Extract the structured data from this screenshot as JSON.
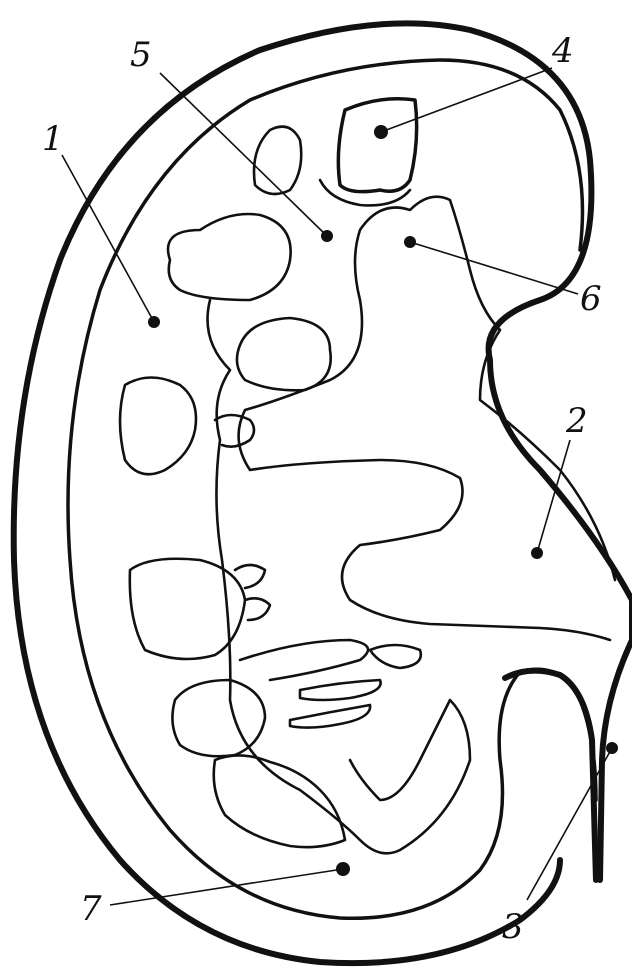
{
  "labels": [
    {
      "id": "1",
      "text": "1"
    },
    {
      "id": "2",
      "text": "2"
    },
    {
      "id": "3",
      "text": "3"
    },
    {
      "id": "4",
      "text": "4"
    },
    {
      "id": "5",
      "text": "5"
    },
    {
      "id": "6",
      "text": "6"
    },
    {
      "id": "7",
      "text": "7"
    }
  ]
}
